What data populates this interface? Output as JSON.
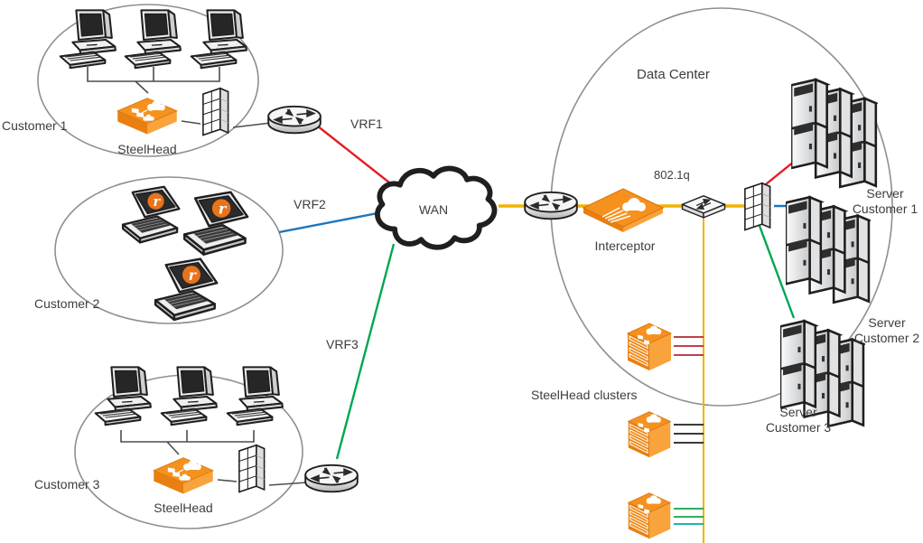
{
  "colors": {
    "vrf1": "#e31e24",
    "vrf2": "#1b75bc",
    "vrf3": "#00a651",
    "trunk": "#f2b200",
    "lan": "#4d4d4d",
    "group_outline": "#8f8f8f",
    "cloud_outline": "#1f1f1f",
    "appliance": "#f6911e",
    "appliance_dark": "#e87f10",
    "appliance_light": "#f8a33c",
    "appliance_edge": "#d97a12",
    "cluster_link_red": "#b2282e",
    "cluster_link_black": "#1f1f1f",
    "cluster_link_green": "#12a24b",
    "cluster_link_teal": "#00a99d",
    "text": "#3d3d3d"
  },
  "groups": {
    "customer1": {
      "label": "Customer 1",
      "appliance_label": "SteelHead"
    },
    "customer2": {
      "label": "Customer 2"
    },
    "customer3": {
      "label": "Customer 3",
      "appliance_label": "SteelHead"
    },
    "datacenter": {
      "label": "Data Center"
    }
  },
  "wan": {
    "label": "WAN"
  },
  "links": {
    "vrf1_label": "VRF1",
    "vrf2_label": "VRF2",
    "vrf3_label": "VRF3",
    "vlan_label": "802.1q"
  },
  "datacenter": {
    "interceptor_label": "Interceptor",
    "clusters_label": "SteelHead clusters",
    "server_groups": [
      {
        "label": "Server Customer 1"
      },
      {
        "label": "Server Customer 2"
      },
      {
        "label": "Server Customer 3"
      }
    ]
  },
  "logos": {
    "riverbed_letter": "r"
  }
}
